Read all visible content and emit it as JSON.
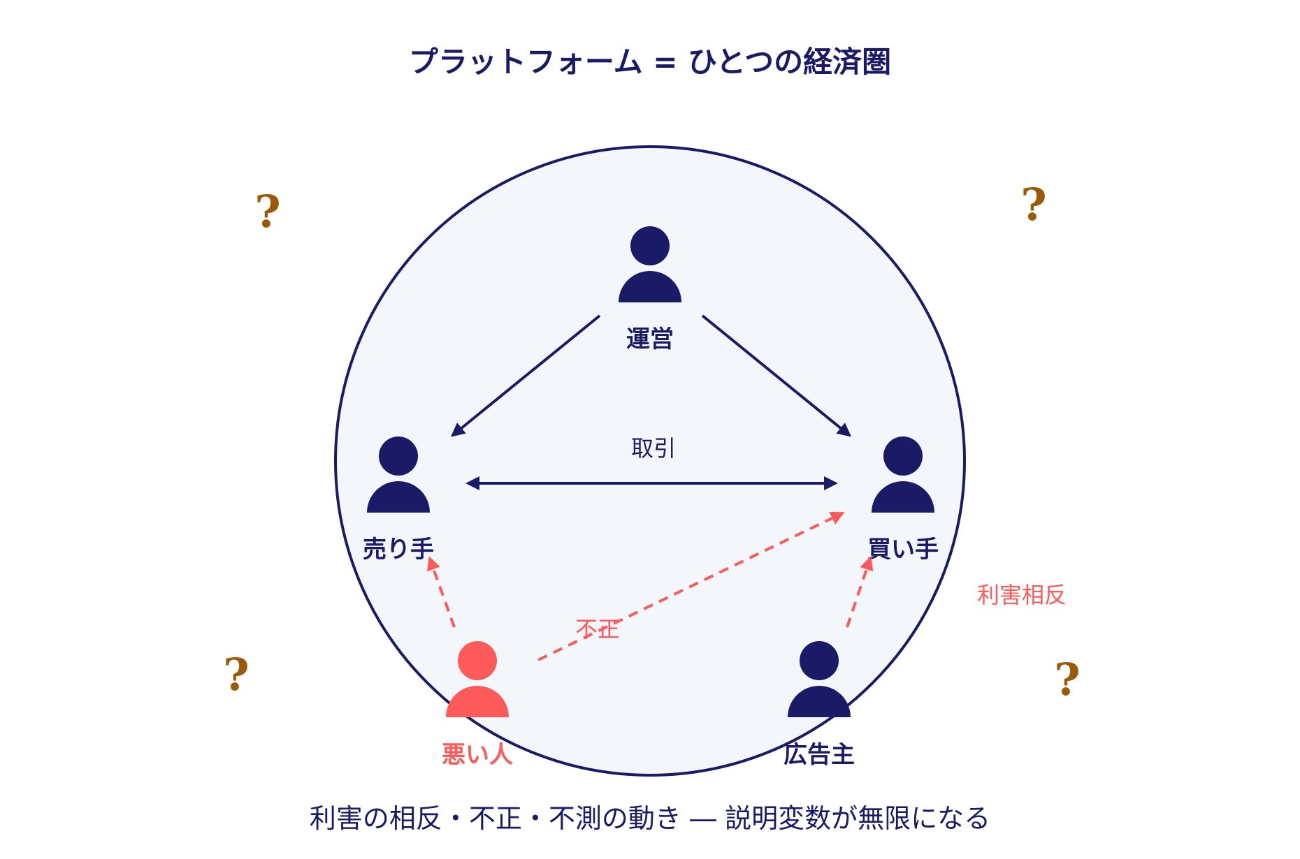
{
  "title": "プラットフォーム = ひとつの経済圏",
  "roles": {
    "operator": "運営",
    "seller": "売り手",
    "buyer": "買い手",
    "bad_actor": "悪い人",
    "advertiser": "広告主"
  },
  "edges": {
    "trade": "取引",
    "fraud": "不正",
    "conflict": "利害相反"
  },
  "question_mark": "?",
  "caption": "利害の相反・不正・不測の動き ― 説明変数が無限になる",
  "colors": {
    "navy": "#1a1a66",
    "bad": "#ff5a5a",
    "circle_fill": "#f3f7fc",
    "question": "#9a5a0a"
  }
}
